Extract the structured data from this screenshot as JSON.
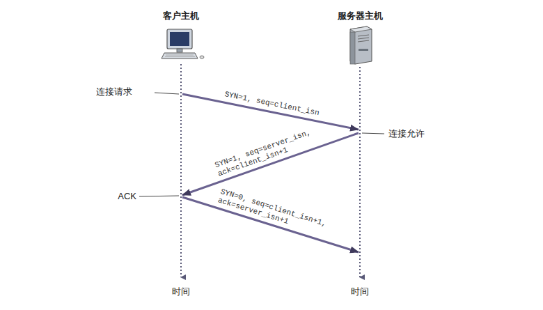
{
  "diagram": {
    "nodes": [
      {
        "text": [
          "客户主机"
        ]
      },
      {
        "text": [
          "服务器主机"
        ]
      }
    ],
    "edges": [
      {
        "from": 0,
        "to": 1,
        "arrow": "to",
        "label": "SYN=1, seq=client_isn"
      },
      {
        "from": 1,
        "to": 0,
        "arrow": "to",
        "label": "SYN=1, seq=server_isn, ack=client_isn+1"
      },
      {
        "from": 0,
        "to": 1,
        "arrow": "to",
        "label": "SYN=0, seq=client_isn+1, ack=server_isn+1"
      }
    ],
    "labels": [
      "连接请求",
      "连接允许",
      "ACK",
      "时间",
      "时间"
    ]
  }
}
